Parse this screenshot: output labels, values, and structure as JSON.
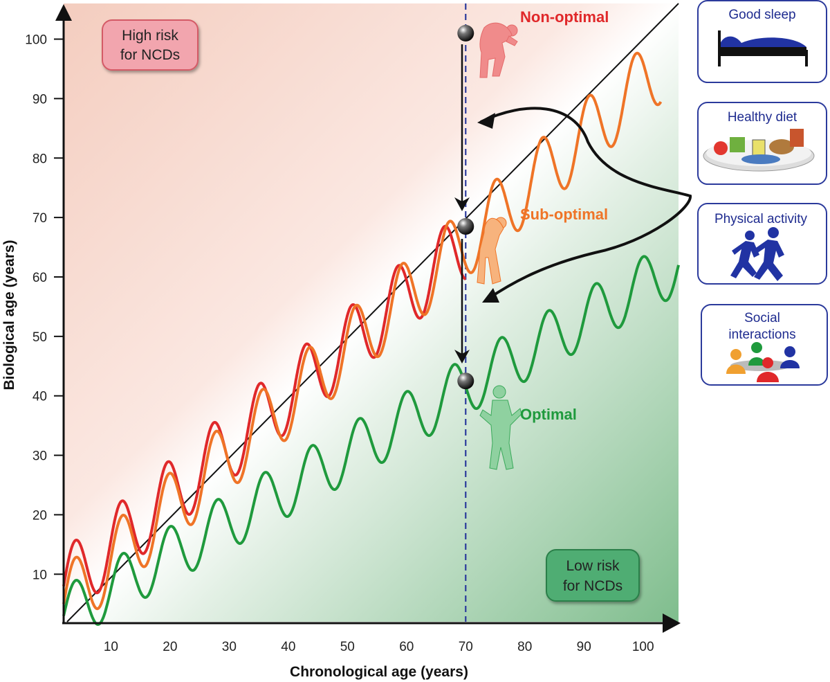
{
  "chart_data": {
    "type": "line",
    "title": "",
    "xlabel": "Chronological age (years)",
    "ylabel": "Biological age (years)",
    "xlim": [
      2,
      106
    ],
    "ylim": [
      2,
      106
    ],
    "xticks": [
      10,
      20,
      30,
      40,
      50,
      60,
      70,
      80,
      90,
      100
    ],
    "yticks": [
      10,
      20,
      30,
      40,
      50,
      60,
      70,
      80,
      90,
      100
    ],
    "grid": false,
    "reference_line": {
      "from": [
        2,
        2
      ],
      "to": [
        106,
        106
      ]
    },
    "marker_x": 70,
    "series": [
      {
        "name": "Non-optimal",
        "color": "#e0282a",
        "start_x": 2,
        "end_x": 70,
        "trend_start": 8,
        "trend_end": 96,
        "amplitude": 6,
        "period": 7.8
      },
      {
        "name": "Sub-optimal",
        "color": "#ef7427",
        "start_x": 2,
        "end_x": 103,
        "trend_start": 5,
        "trend_end": 98,
        "amplitude": 6,
        "period": 7.9
      },
      {
        "name": "Optimal",
        "color": "#1f9a3d",
        "start_x": 2,
        "end_x": 106,
        "trend_start": 3,
        "trend_end": 62,
        "amplitude": 4.8,
        "period": 8.0
      }
    ],
    "points": [
      {
        "series": "Non-optimal",
        "x": 70,
        "y": 101
      },
      {
        "series": "Sub-optimal",
        "x": 70,
        "y": 68.5
      },
      {
        "series": "Optimal",
        "x": 70,
        "y": 42.5
      }
    ],
    "region_labels": {
      "high": [
        "High risk",
        "for NCDs"
      ],
      "low": [
        "Low risk",
        "for NCDs"
      ]
    }
  },
  "panels": [
    {
      "id": "sleep",
      "label_lines": [
        "Good sleep"
      ],
      "icon": "bed-icon"
    },
    {
      "id": "diet",
      "label_lines": [
        "Healthy diet"
      ],
      "icon": "food-plate-icon"
    },
    {
      "id": "activity",
      "label_lines": [
        "Physical activity"
      ],
      "icon": "runners-icon"
    },
    {
      "id": "social",
      "label_lines": [
        "Social",
        "interactions"
      ],
      "icon": "people-group-icon"
    }
  ],
  "colors": {
    "high_risk_bg": "#f4cfc3",
    "low_risk_bg": "#8fc49b",
    "panel_text": "#1e2b8f",
    "panel_border": "#2b3a9c"
  }
}
